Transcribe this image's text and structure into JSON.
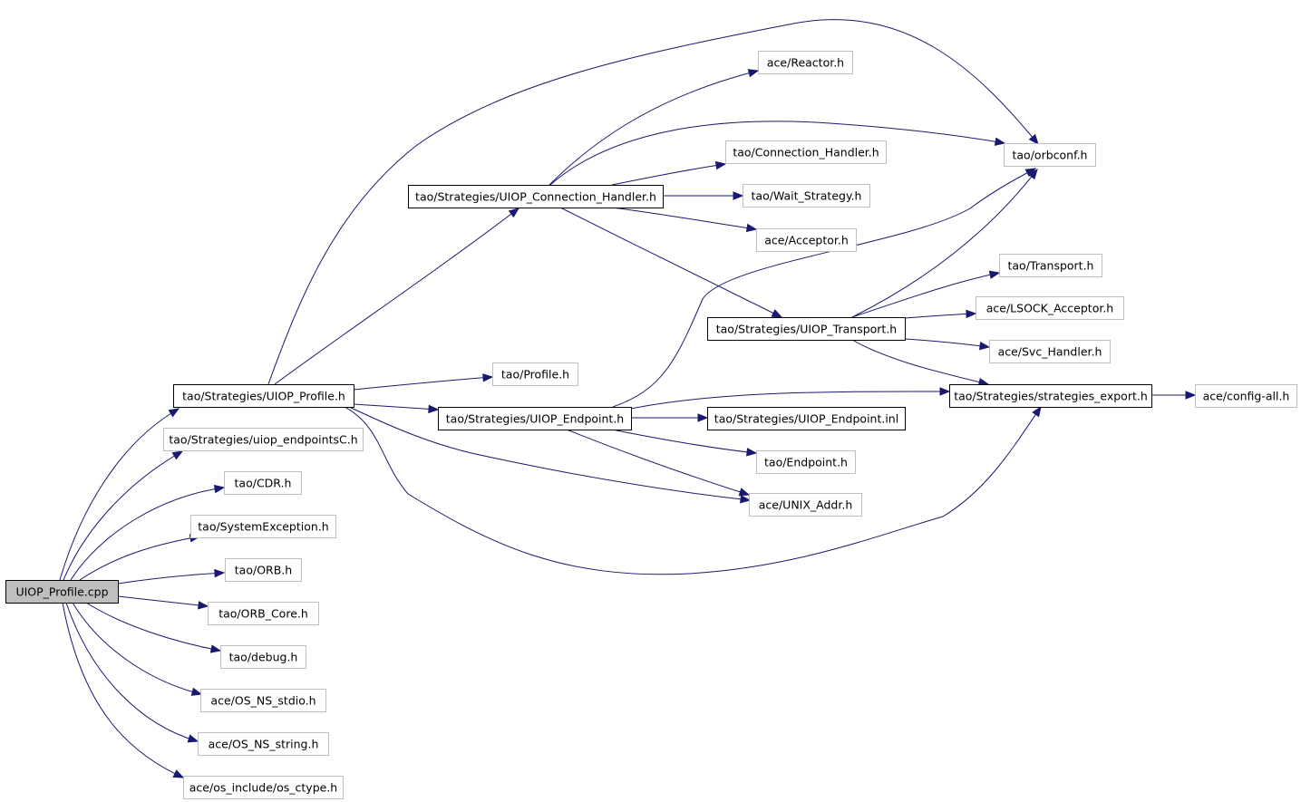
{
  "colors": {
    "edge": "#191970",
    "root_fill": "#bfbfbf",
    "root_border": "#000000",
    "documented_border": "#000000",
    "undocumented_border": "#bfbfbf",
    "node_fill": "#ffffff",
    "text": "#000000"
  },
  "nodes": {
    "uiop_profile_cpp": {
      "label": "UIOP_Profile.cpp",
      "style": "root"
    },
    "uiop_profile_h": {
      "label": "tao/Strategies/UIOP_Profile.h",
      "style": "documented"
    },
    "uiop_endpointsC_h": {
      "label": "tao/Strategies/uiop_endpointsC.h",
      "style": "plain"
    },
    "cdr_h": {
      "label": "tao/CDR.h",
      "style": "plain"
    },
    "system_exception_h": {
      "label": "tao/SystemException.h",
      "style": "plain"
    },
    "orb_h": {
      "label": "tao/ORB.h",
      "style": "plain"
    },
    "orb_core_h": {
      "label": "tao/ORB_Core.h",
      "style": "plain"
    },
    "debug_h": {
      "label": "tao/debug.h",
      "style": "plain"
    },
    "os_ns_stdio_h": {
      "label": "ace/OS_NS_stdio.h",
      "style": "plain"
    },
    "os_ns_string_h": {
      "label": "ace/OS_NS_string.h",
      "style": "plain"
    },
    "os_ctype_h": {
      "label": "ace/os_include/os_ctype.h",
      "style": "plain"
    },
    "uiop_connection_handler_h": {
      "label": "tao/Strategies/UIOP_Connection_Handler.h",
      "style": "documented"
    },
    "profile_h": {
      "label": "tao/Profile.h",
      "style": "plain"
    },
    "uiop_endpoint_h": {
      "label": "tao/Strategies/UIOP_Endpoint.h",
      "style": "documented"
    },
    "reactor_h": {
      "label": "ace/Reactor.h",
      "style": "plain"
    },
    "connection_handler_h": {
      "label": "tao/Connection_Handler.h",
      "style": "plain"
    },
    "wait_strategy_h": {
      "label": "tao/Wait_Strategy.h",
      "style": "plain"
    },
    "acceptor_h": {
      "label": "ace/Acceptor.h",
      "style": "plain"
    },
    "uiop_transport_h": {
      "label": "tao/Strategies/UIOP_Transport.h",
      "style": "documented"
    },
    "uiop_endpoint_inl": {
      "label": "tao/Strategies/UIOP_Endpoint.inl",
      "style": "documented"
    },
    "endpoint_h": {
      "label": "tao/Endpoint.h",
      "style": "plain"
    },
    "unix_addr_h": {
      "label": "ace/UNIX_Addr.h",
      "style": "plain"
    },
    "orbconf_h": {
      "label": "tao/orbconf.h",
      "style": "plain"
    },
    "transport_h": {
      "label": "tao/Transport.h",
      "style": "plain"
    },
    "lsock_acceptor_h": {
      "label": "ace/LSOCK_Acceptor.h",
      "style": "plain"
    },
    "svc_handler_h": {
      "label": "ace/Svc_Handler.h",
      "style": "plain"
    },
    "strategies_export_h": {
      "label": "tao/Strategies/strategies_export.h",
      "style": "documented"
    },
    "config_all_h": {
      "label": "ace/config-all.h",
      "style": "plain"
    }
  },
  "edges": [
    [
      "uiop_profile_cpp",
      "uiop_profile_h"
    ],
    [
      "uiop_profile_cpp",
      "uiop_endpointsC_h"
    ],
    [
      "uiop_profile_cpp",
      "cdr_h"
    ],
    [
      "uiop_profile_cpp",
      "system_exception_h"
    ],
    [
      "uiop_profile_cpp",
      "orb_h"
    ],
    [
      "uiop_profile_cpp",
      "orb_core_h"
    ],
    [
      "uiop_profile_cpp",
      "debug_h"
    ],
    [
      "uiop_profile_cpp",
      "os_ns_stdio_h"
    ],
    [
      "uiop_profile_cpp",
      "os_ns_string_h"
    ],
    [
      "uiop_profile_cpp",
      "os_ctype_h"
    ],
    [
      "uiop_profile_h",
      "orbconf_h"
    ],
    [
      "uiop_profile_h",
      "uiop_connection_handler_h"
    ],
    [
      "uiop_profile_h",
      "profile_h"
    ],
    [
      "uiop_profile_h",
      "uiop_endpoint_h"
    ],
    [
      "uiop_profile_h",
      "unix_addr_h"
    ],
    [
      "uiop_profile_h",
      "strategies_export_h"
    ],
    [
      "uiop_connection_handler_h",
      "reactor_h"
    ],
    [
      "uiop_connection_handler_h",
      "orbconf_h"
    ],
    [
      "uiop_connection_handler_h",
      "connection_handler_h"
    ],
    [
      "uiop_connection_handler_h",
      "wait_strategy_h"
    ],
    [
      "uiop_connection_handler_h",
      "acceptor_h"
    ],
    [
      "uiop_connection_handler_h",
      "uiop_transport_h"
    ],
    [
      "uiop_transport_h",
      "orbconf_h"
    ],
    [
      "uiop_transport_h",
      "transport_h"
    ],
    [
      "uiop_transport_h",
      "lsock_acceptor_h"
    ],
    [
      "uiop_transport_h",
      "svc_handler_h"
    ],
    [
      "uiop_transport_h",
      "strategies_export_h"
    ],
    [
      "uiop_endpoint_h",
      "orbconf_h"
    ],
    [
      "uiop_endpoint_h",
      "strategies_export_h"
    ],
    [
      "uiop_endpoint_h",
      "uiop_endpoint_inl"
    ],
    [
      "uiop_endpoint_h",
      "endpoint_h"
    ],
    [
      "uiop_endpoint_h",
      "unix_addr_h"
    ],
    [
      "strategies_export_h",
      "config_all_h"
    ]
  ]
}
